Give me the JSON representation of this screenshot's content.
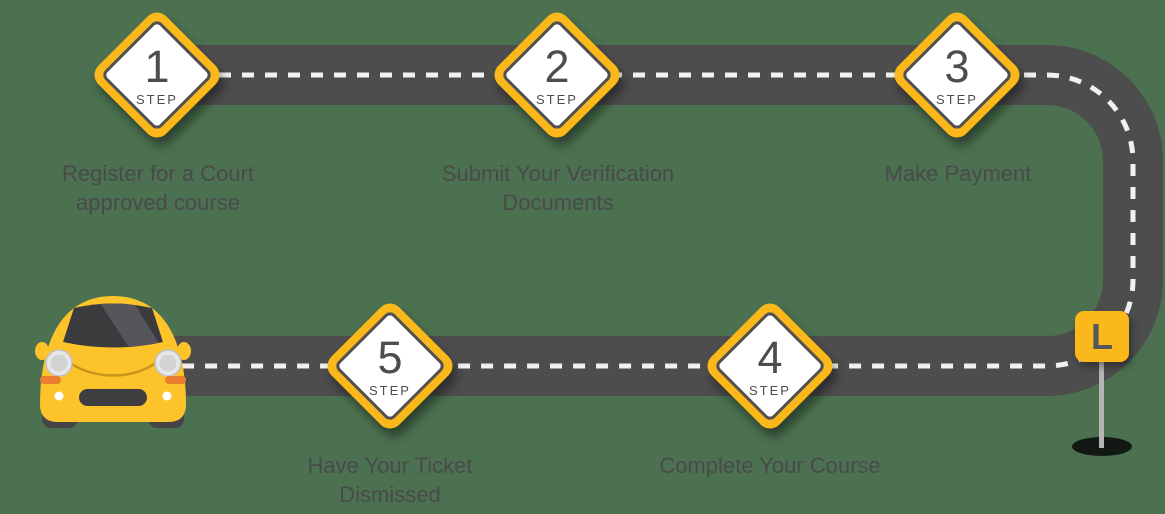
{
  "diagram": {
    "type": "process-roadmap",
    "background_color": "#4B7150",
    "road_color": "#4D4D4D",
    "road_dash_color": "#F1F1F1",
    "sign_yellow": "#FBB81A",
    "sign_border_color": "#505053",
    "sign_text_color": "#4D4D4F",
    "caption_text_color": "#4A4A4B",
    "car_color": "#FCC32B",
    "steps": [
      {
        "number": "1",
        "step_word": "STEP",
        "caption": "Register for a Court\napproved course"
      },
      {
        "number": "2",
        "step_word": "STEP",
        "caption": "Submit Your Verification\nDocuments"
      },
      {
        "number": "3",
        "step_word": "STEP",
        "caption": "Make Payment"
      },
      {
        "number": "4",
        "step_word": "STEP",
        "caption": "Complete Your Course"
      },
      {
        "number": "5",
        "step_word": "STEP",
        "caption": "Have Your Ticket\nDismissed"
      }
    ],
    "finish_marker": {
      "letter": "L"
    }
  }
}
